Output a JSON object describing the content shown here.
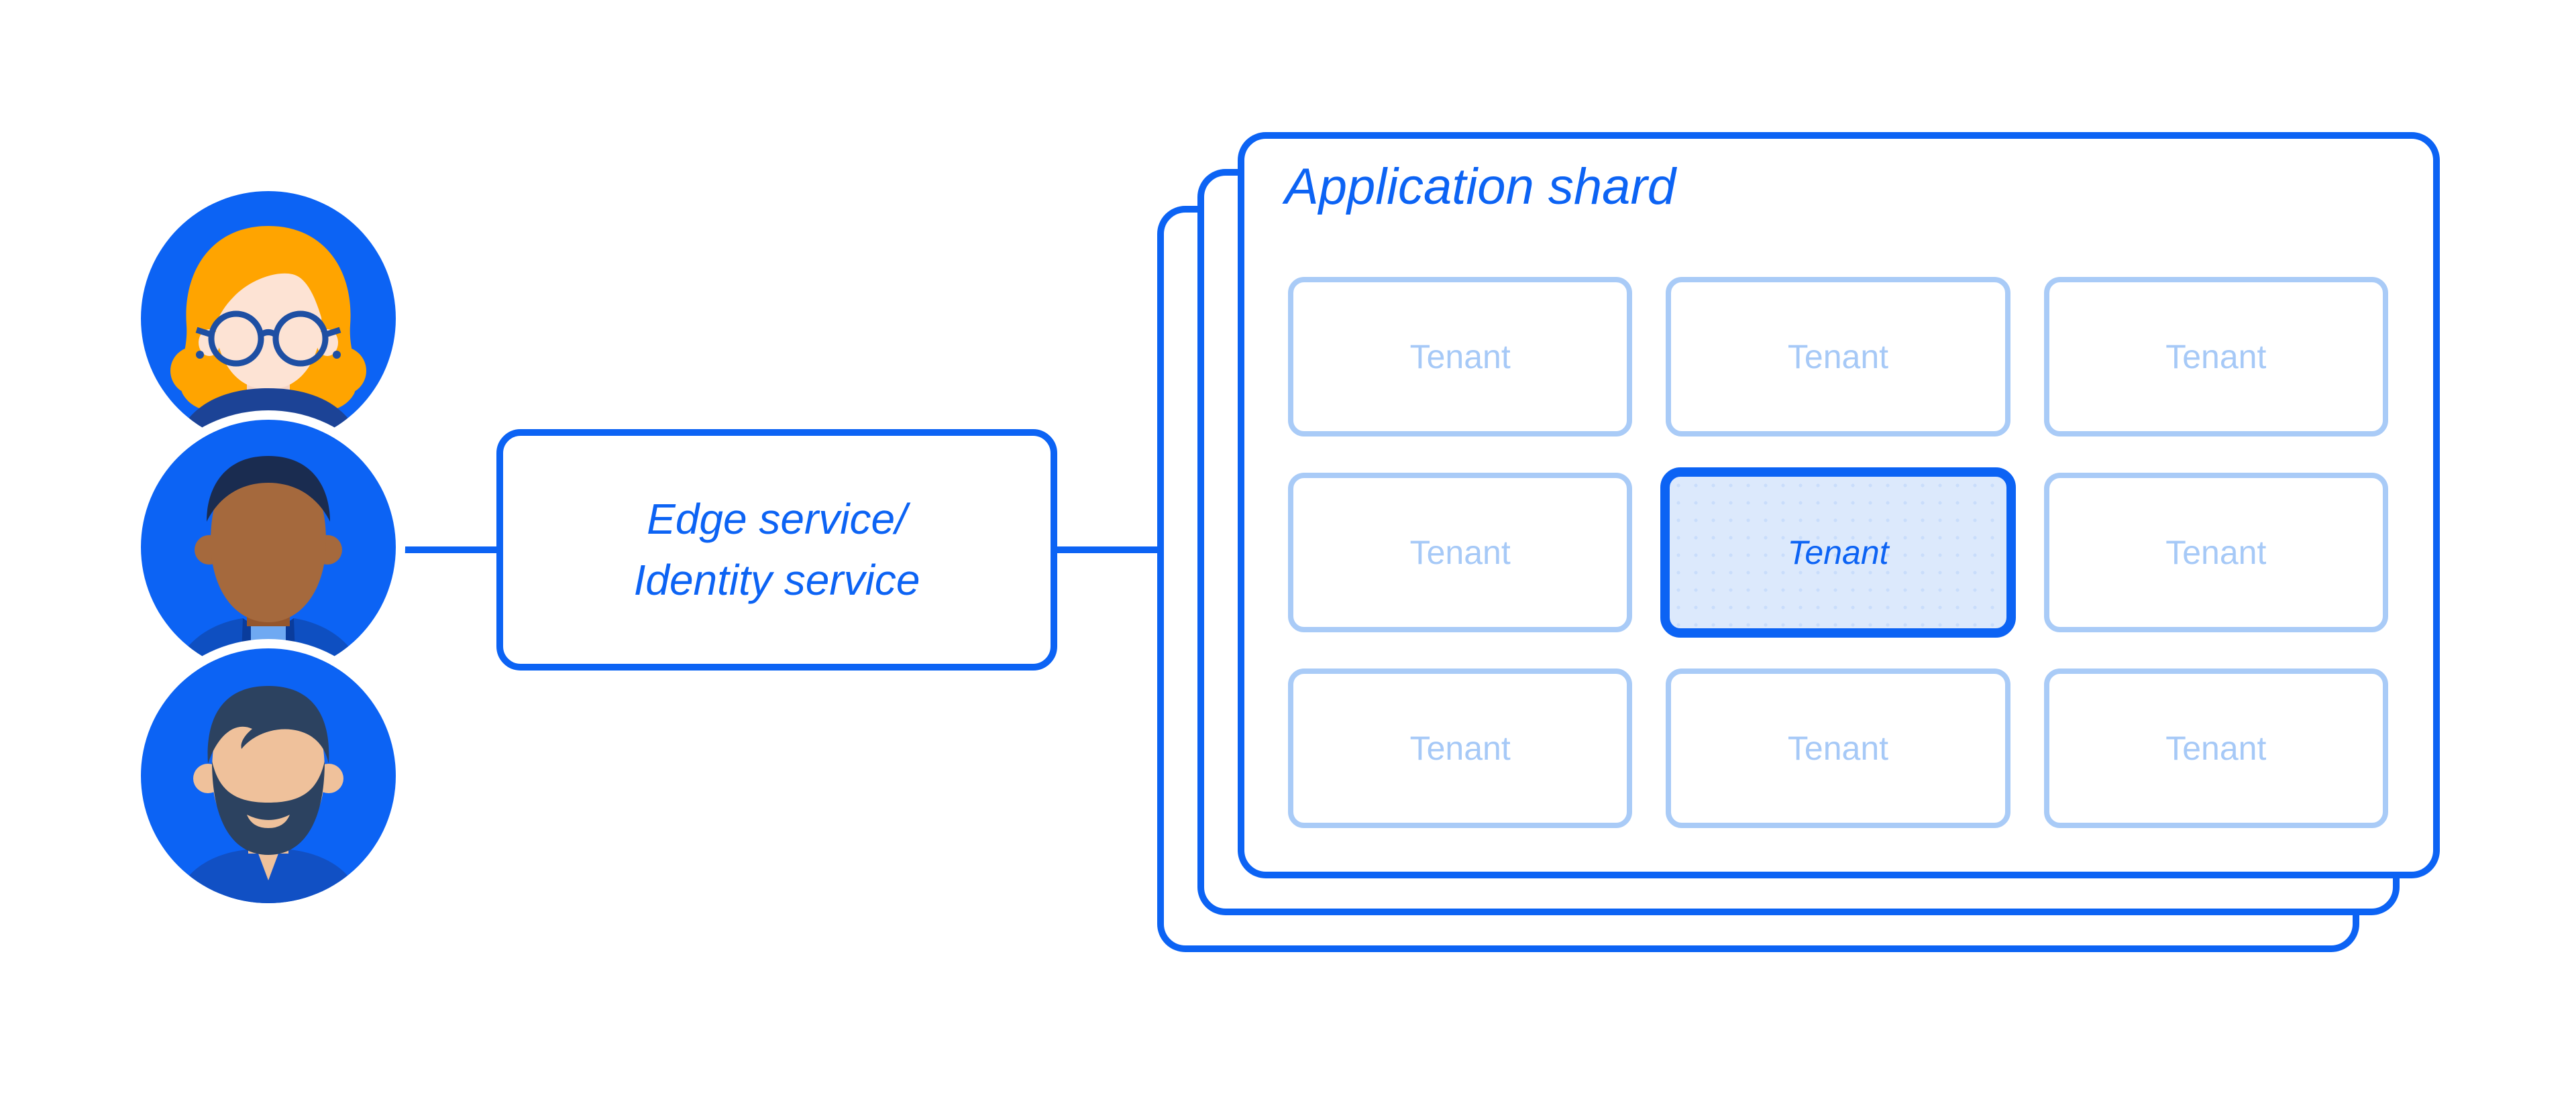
{
  "users": [
    {
      "name": "woman-with-glasses-avatar"
    },
    {
      "name": "man-avatar"
    },
    {
      "name": "bearded-man-avatar"
    }
  ],
  "edge": {
    "label_line1": "Edge service/",
    "label_line2": "Identity service"
  },
  "shard": {
    "title": "Application shard",
    "stack_count": 3,
    "tenants": [
      {
        "label": "Tenant",
        "highlighted": false
      },
      {
        "label": "Tenant",
        "highlighted": false
      },
      {
        "label": "Tenant",
        "highlighted": false
      },
      {
        "label": "Tenant",
        "highlighted": false
      },
      {
        "label": "Tenant",
        "highlighted": true
      },
      {
        "label": "Tenant",
        "highlighted": false
      },
      {
        "label": "Tenant",
        "highlighted": false
      },
      {
        "label": "Tenant",
        "highlighted": false
      },
      {
        "label": "Tenant",
        "highlighted": false
      }
    ]
  },
  "colors": {
    "accent_blue": "#0C63F4",
    "tenant_border": "#A9CBF7",
    "tenant_text": "#A6C9F7",
    "highlight_fill": "#DCE9FC",
    "background": "#FFFFFF"
  }
}
